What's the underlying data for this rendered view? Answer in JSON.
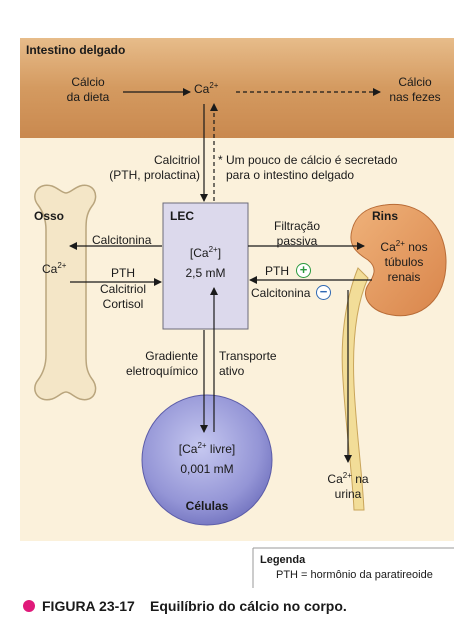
{
  "intestine": {
    "title": "Intestino delgado",
    "diet": [
      "Cálcio",
      "da dieta"
    ],
    "feces": [
      "Cálcio",
      "nas fezes"
    ],
    "ca": "Ca",
    "charge": "2+"
  },
  "calcitriol_label": [
    "Calcitriol",
    "(PTH, prolactina)"
  ],
  "note": [
    "* Um pouco de cálcio é secretado",
    "para o intestino delgado"
  ],
  "bone": {
    "title": "Osso",
    "ca": "Ca",
    "charge": "2+"
  },
  "lec": {
    "title": "LEC",
    "conc_open": "[Ca",
    "charge": "2+",
    "conc_close": "]",
    "value": "2,5 mM"
  },
  "bone_arrows": {
    "calcitonina": "Calcitonina",
    "pth": "PTH",
    "calcitriol": "Calcitriol",
    "cortisol": "Cortisol"
  },
  "kidney": {
    "title": "Rins",
    "filtration": [
      "Filtração",
      "passiva"
    ],
    "ca_line1_ca": "Ca",
    "charge": "2+",
    "ca_line1_rest": " nos",
    "ca_line2": "túbulos",
    "ca_line3": "renais",
    "pth": "PTH",
    "plus": "+",
    "calcitonina": "Calcitonina",
    "minus": "−"
  },
  "urine": {
    "ca": "Ca",
    "charge": "2+",
    "rest": " na",
    "line2": "urina"
  },
  "gradient": [
    "Gradiente",
    "eletroquímico"
  ],
  "transport": [
    "Transporte",
    "ativo"
  ],
  "cells": {
    "title": "Células",
    "conc_open": "[Ca",
    "charge": "2+",
    "conc_close": " livre]",
    "value": "0,001 mM"
  },
  "legend": {
    "title": "Legenda",
    "entry": "PTH =  hormônio da paratireoide"
  },
  "caption": {
    "figure": "FIGURA 23-17",
    "text": "Equilíbrio do cálcio no corpo."
  },
  "colors": {
    "intestine": "#d9a772",
    "bone": "#f4e6c7",
    "lec": "#dcd9ec",
    "kidney": "#e0975f",
    "cells": "#8e8fd0",
    "plus": "#2b9a3f",
    "minus": "#2f68b3",
    "bullet": "#e0197a"
  }
}
